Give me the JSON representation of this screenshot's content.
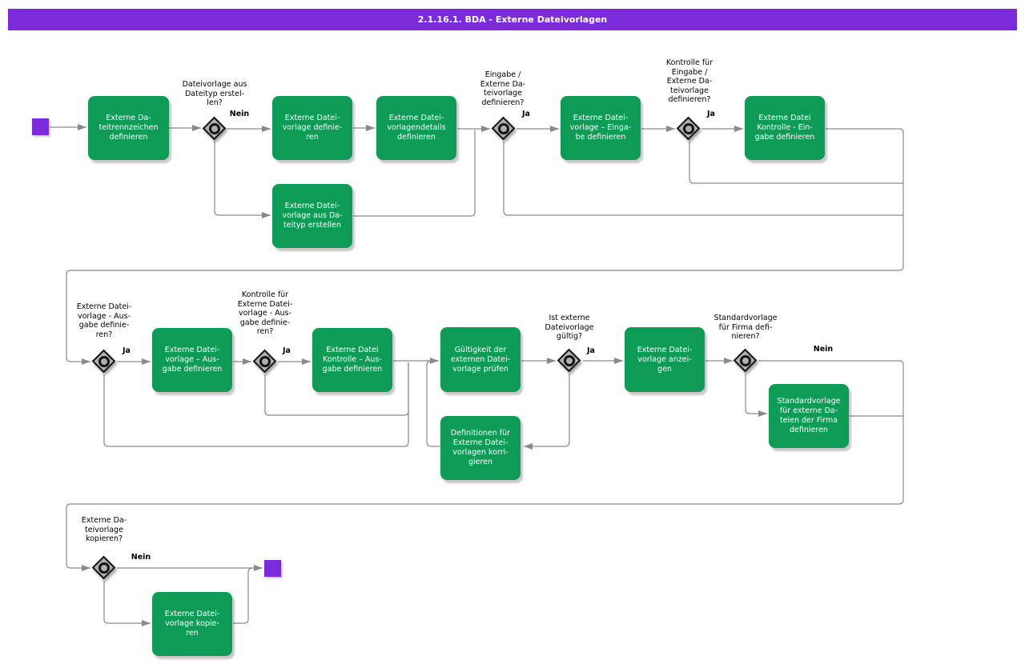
{
  "title": "2.1.16.1. BDA - Externe Dateivorlagen",
  "colors": {
    "accent_purple": "#7C2BDB",
    "activity_green": "#0D9B55",
    "line_gray": "#8a8a8a",
    "diamond_gray": "#b0b0b0"
  },
  "diagram": {
    "activities": [
      {
        "label": "Externe Da-\nteitrennzeichen\ndefinieren"
      },
      {
        "label": "Externe Datei-\nvorlage definie-\nren"
      },
      {
        "label": "Externe Datei-\nvorlagendetails\ndefinieren"
      },
      {
        "label": "Externe Datei-\nvorlage aus Da-\nteityp erstellen"
      },
      {
        "label": "Externe Datei-\nvorlage – Einga-\nbe definieren"
      },
      {
        "label": "Externe Datei\nKontrolle - Ein-\ngabe definieren"
      },
      {
        "label": "Externe Datei-\nvorlage – Aus-\ngabe definieren"
      },
      {
        "label": "Externe Datei\nKontrolle – Aus-\ngabe definieren"
      },
      {
        "label": "Gültigkeit der\nexternen Datei-\nvorlage prüfen"
      },
      {
        "label": "Definitionen für\nExterne Datei-\nvorlagen korri-\ngieren"
      },
      {
        "label": "Externe Datei-\nvorlage anzei-\ngen"
      },
      {
        "label": "Standardvorlage\nfür externe Da-\nteien der Firma\ndefinieren"
      },
      {
        "label": "Externe Datei-\nvorlage kopie-\nren"
      }
    ],
    "decisions": [
      {
        "question": "Dateivorlage aus\nDateityp erstel-\nlen?"
      },
      {
        "question": "Eingabe /\nExterne Da-\nteivorlage\ndefinieren?"
      },
      {
        "question": "Kontrolle für\nEingabe /\nExterne Da-\nteivorlage\ndefinieren?"
      },
      {
        "question": "Externe Datei-\nvorlage - Aus-\ngabe definie-\nren?"
      },
      {
        "question": "Kontrolle für\nExterne Datei-\nvorlage - Aus-\ngabe definie-\nren?"
      },
      {
        "question": "Ist externe\nDateivorlage\ngültig?"
      },
      {
        "question": "Standardvorlage\nfür Firma defi-\nnieren?"
      },
      {
        "question": "Externe Da-\nteivorlage\nkopieren?"
      }
    ],
    "branch_labels": [
      {
        "label": "Nein"
      },
      {
        "label": "Ja"
      },
      {
        "label": "Ja"
      },
      {
        "label": "Ja"
      },
      {
        "label": "Ja"
      },
      {
        "label": "Ja"
      },
      {
        "label": "Nein"
      },
      {
        "label": "Nein"
      }
    ]
  }
}
